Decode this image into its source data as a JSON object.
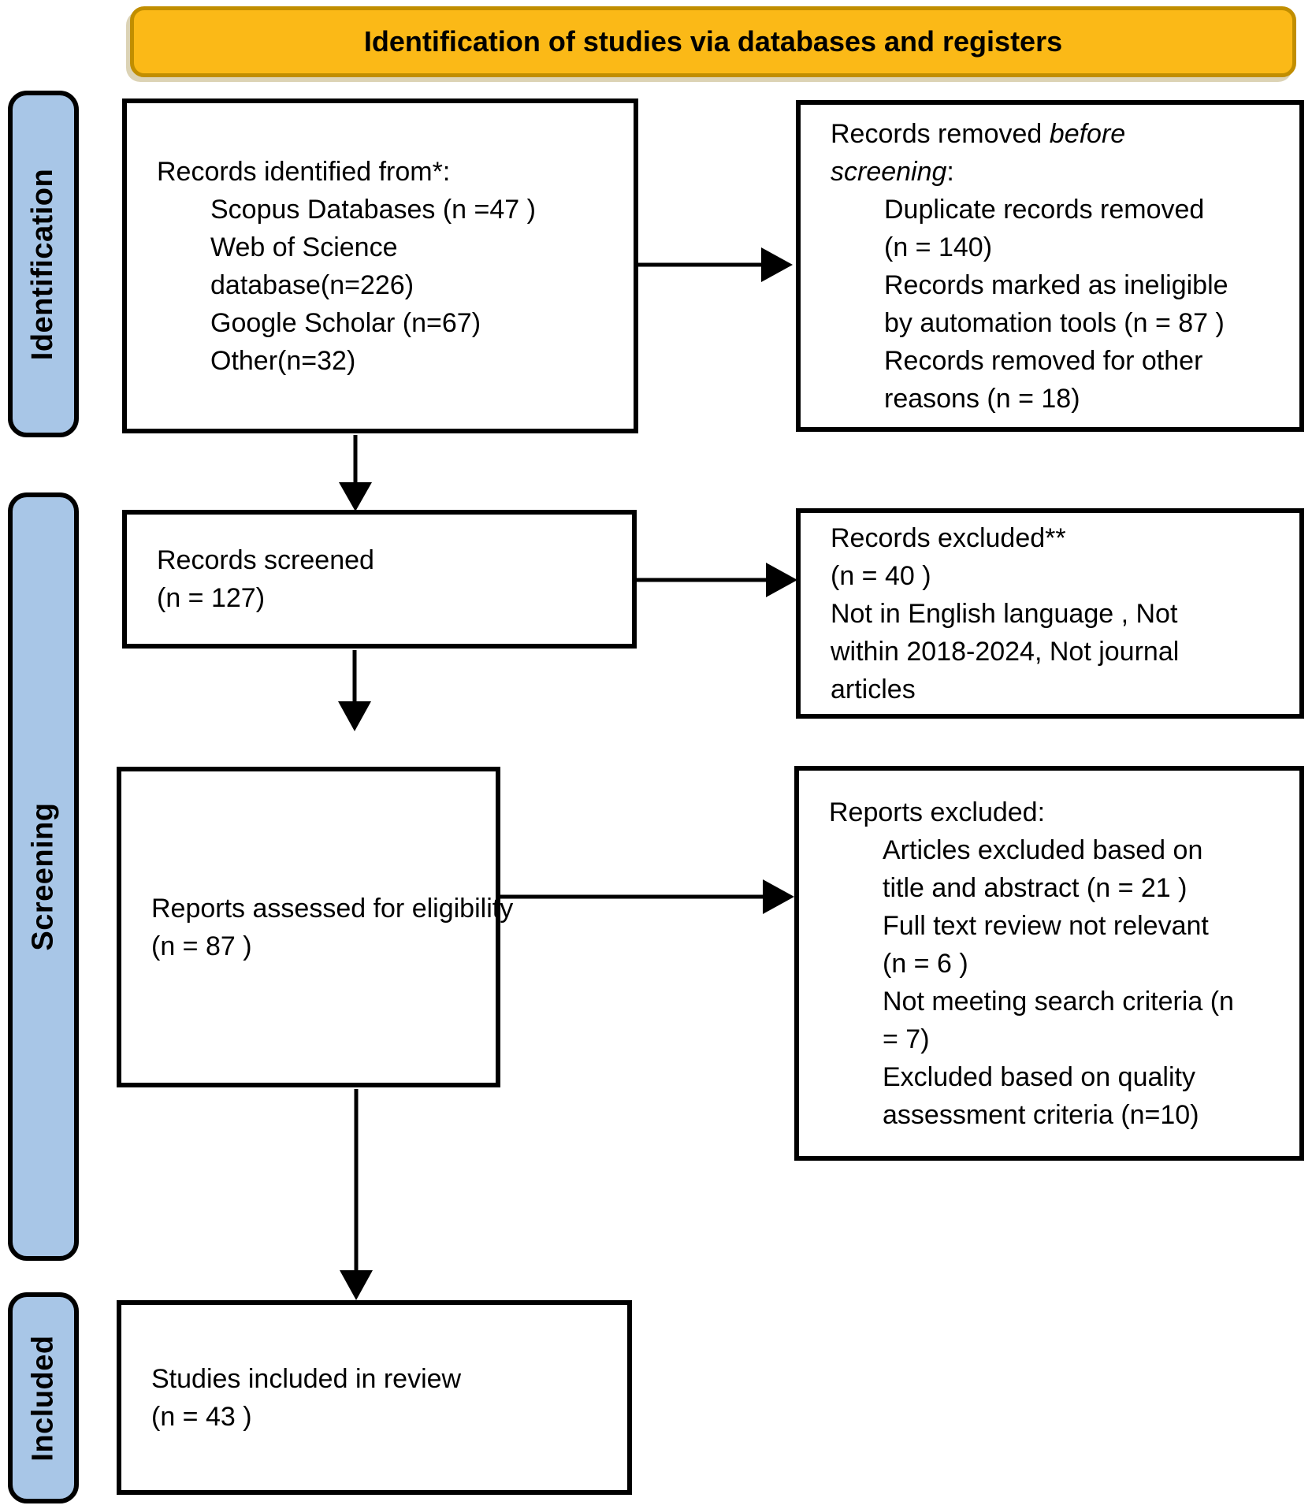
{
  "banner": {
    "label": "Identification of studies via databases and registers"
  },
  "colors": {
    "banner_fill": "#FBB917",
    "banner_border": "#C18E00",
    "stage_fill": "#A8C6E7",
    "box_border": "#000000",
    "arrow": "#000000"
  },
  "stages": [
    {
      "label": "Identification"
    },
    {
      "label": "Screening"
    },
    {
      "label": "Included"
    }
  ],
  "flow_boxes": [
    {
      "id": "records-identified",
      "lines": [
        {
          "indent": 0,
          "runs": [
            {
              "t": "Records identified from*:"
            }
          ]
        },
        {
          "indent": 1,
          "runs": [
            {
              "t": "Scopus Databases (n =47 )"
            }
          ]
        },
        {
          "indent": 1,
          "runs": [
            {
              "t": "Web of Science"
            }
          ]
        },
        {
          "indent": 1,
          "runs": [
            {
              "t": "database(n=226)"
            }
          ]
        },
        {
          "indent": 1,
          "runs": [
            {
              "t": "Google Scholar (n=67)"
            }
          ]
        },
        {
          "indent": 1,
          "runs": [
            {
              "t": "Other(n=32)"
            }
          ]
        }
      ]
    },
    {
      "id": "records-removed",
      "lines": [
        {
          "indent": 0,
          "runs": [
            {
              "t": "Records removed "
            },
            {
              "t": "before",
              "i": true
            }
          ]
        },
        {
          "indent": 0,
          "runs": [
            {
              "t": "screening",
              "i": true
            },
            {
              "t": ":"
            }
          ]
        },
        {
          "indent": 1,
          "runs": [
            {
              "t": "Duplicate records removed"
            }
          ]
        },
        {
          "indent": 1,
          "runs": [
            {
              "t": "(n = 140)"
            }
          ]
        },
        {
          "indent": 1,
          "runs": [
            {
              "t": "Records marked as ineligible"
            }
          ]
        },
        {
          "indent": 1,
          "runs": [
            {
              "t": "by automation tools (n = 87 )"
            }
          ]
        },
        {
          "indent": 1,
          "runs": [
            {
              "t": "Records removed for other"
            }
          ]
        },
        {
          "indent": 1,
          "runs": [
            {
              "t": "reasons (n = 18)"
            }
          ]
        }
      ]
    },
    {
      "id": "records-screened",
      "lines": [
        {
          "indent": 0,
          "runs": [
            {
              "t": "Records screened"
            }
          ]
        },
        {
          "indent": 0,
          "runs": [
            {
              "t": "(n = 127)"
            }
          ]
        }
      ]
    },
    {
      "id": "records-excluded",
      "lines": [
        {
          "indent": 0,
          "runs": [
            {
              "t": "Records excluded**"
            }
          ]
        },
        {
          "indent": 0,
          "runs": [
            {
              "t": "(n = 40 )"
            }
          ]
        },
        {
          "indent": 0,
          "runs": [
            {
              "t": "Not in English language , Not"
            }
          ]
        },
        {
          "indent": 0,
          "runs": [
            {
              "t": "within 2018-2024, Not journal"
            }
          ]
        },
        {
          "indent": 0,
          "runs": [
            {
              "t": "articles"
            }
          ]
        }
      ]
    },
    {
      "id": "reports-assessed",
      "lines": [
        {
          "indent": 0,
          "runs": [
            {
              "t": "Reports assessed for eligibility"
            }
          ]
        },
        {
          "indent": 0,
          "runs": [
            {
              "t": "(n = 87 )"
            }
          ]
        }
      ]
    },
    {
      "id": "reports-excluded",
      "lines": [
        {
          "indent": 0,
          "runs": [
            {
              "t": "Reports excluded:"
            }
          ]
        },
        {
          "indent": 1,
          "runs": [
            {
              "t": "Articles excluded based on"
            }
          ]
        },
        {
          "indent": 1,
          "runs": [
            {
              "t": "title and abstract (n = 21 )"
            }
          ]
        },
        {
          "indent": 1,
          "runs": [
            {
              "t": "Full text review not relevant"
            }
          ]
        },
        {
          "indent": 1,
          "runs": [
            {
              "t": "(n = 6 )"
            }
          ]
        },
        {
          "indent": 1,
          "runs": [
            {
              "t": "Not meeting search criteria (n"
            }
          ]
        },
        {
          "indent": 1,
          "runs": [
            {
              "t": "= 7)"
            }
          ]
        },
        {
          "indent": 1,
          "runs": [
            {
              "t": "Excluded based on quality"
            }
          ]
        },
        {
          "indent": 1,
          "runs": [
            {
              "t": "assessment criteria (n=10)"
            }
          ]
        }
      ]
    },
    {
      "id": "studies-included",
      "lines": [
        {
          "indent": 0,
          "runs": [
            {
              "t": "Studies included in review"
            }
          ]
        },
        {
          "indent": 0,
          "runs": [
            {
              "t": "(n = 43 )"
            }
          ]
        }
      ]
    }
  ]
}
